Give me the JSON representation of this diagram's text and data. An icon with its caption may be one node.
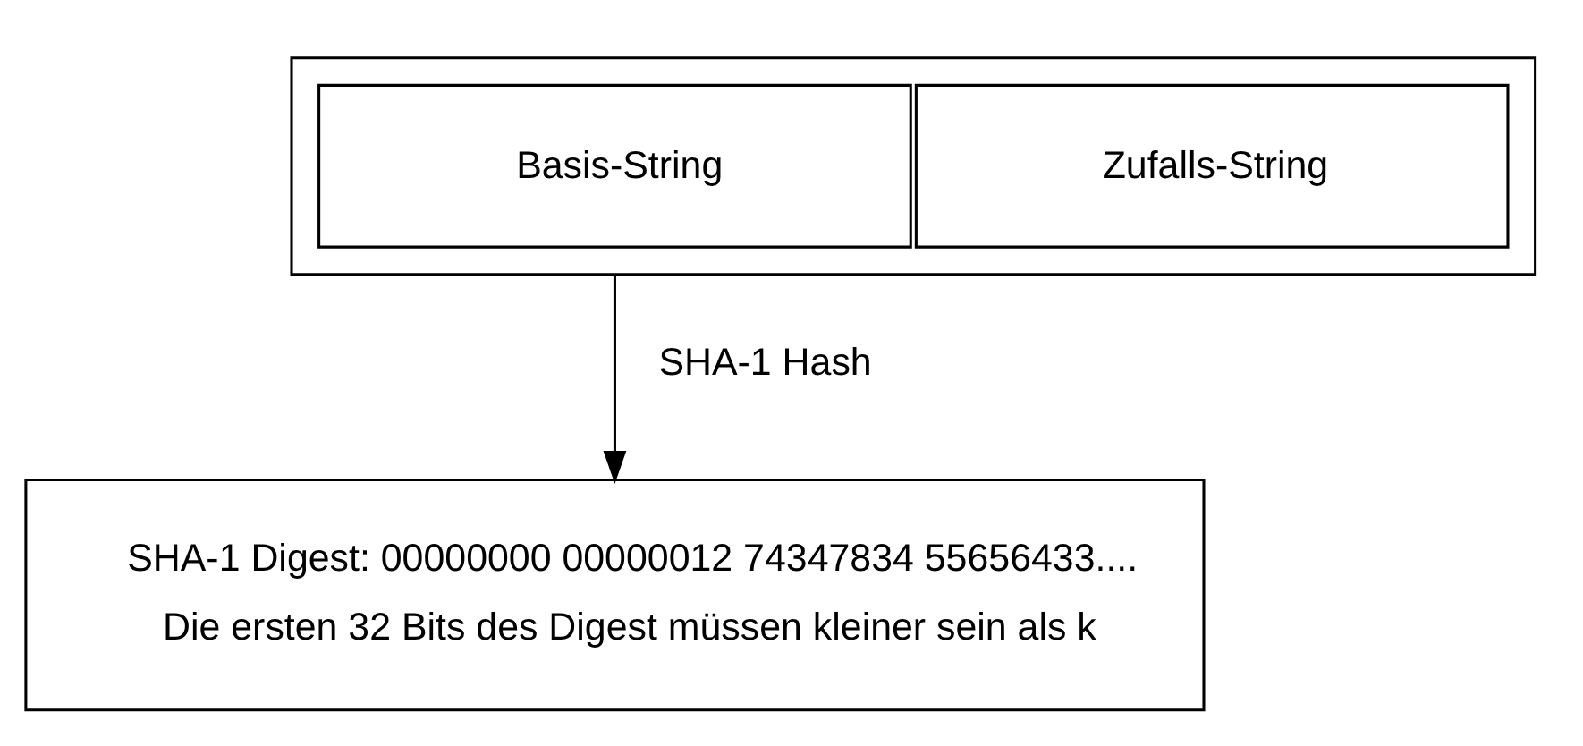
{
  "diagram": {
    "nodes": [
      {
        "text": [],
        "shape": "box"
      },
      {
        "text": [
          "Basis-String"
        ],
        "in": 0
      },
      {
        "text": [
          "Zufalls-String"
        ],
        "in": 0
      },
      {
        "text": [
          "SHA-1 Digest: 00000000 00000012 74347834 55656433....",
          "Die ersten 32 Bits des Digest müssen kleiner sein als k"
        ]
      }
    ],
    "edges": [
      {
        "from": 0,
        "to": 3,
        "arrow": "to",
        "label": "SHA-1 Hash"
      }
    ]
  }
}
